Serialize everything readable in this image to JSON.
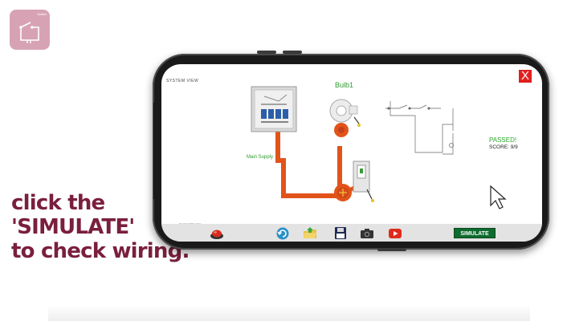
{
  "app": {
    "logo_text": "Switch",
    "logo_icon": "circuit-switch-icon"
  },
  "caption": {
    "line1": "click the",
    "line2": "'SIMULATE'",
    "line3": "to check wiring."
  },
  "screen": {
    "header": "SYSTEM VIEW",
    "close_label": "X",
    "bulb_label": "Bulb1",
    "supply_label": "Main Supply",
    "result_status": "PASSED!",
    "score": "SCORE: 9/9",
    "note": "Electrical Wiring Sim"
  },
  "toolbar": {
    "simulate_label": "SIMULATE",
    "icons": [
      "alarm-button-icon",
      "undo-icon",
      "open-folder-icon",
      "save-icon",
      "camera-icon",
      "youtube-icon"
    ]
  },
  "colors": {
    "caption": "#7a1f3d",
    "logo_bg": "#d7a3b4",
    "close": "#e02020",
    "pass": "#2ea82e",
    "simulate": "#0f6b2f",
    "conduit": "#e2531a"
  }
}
